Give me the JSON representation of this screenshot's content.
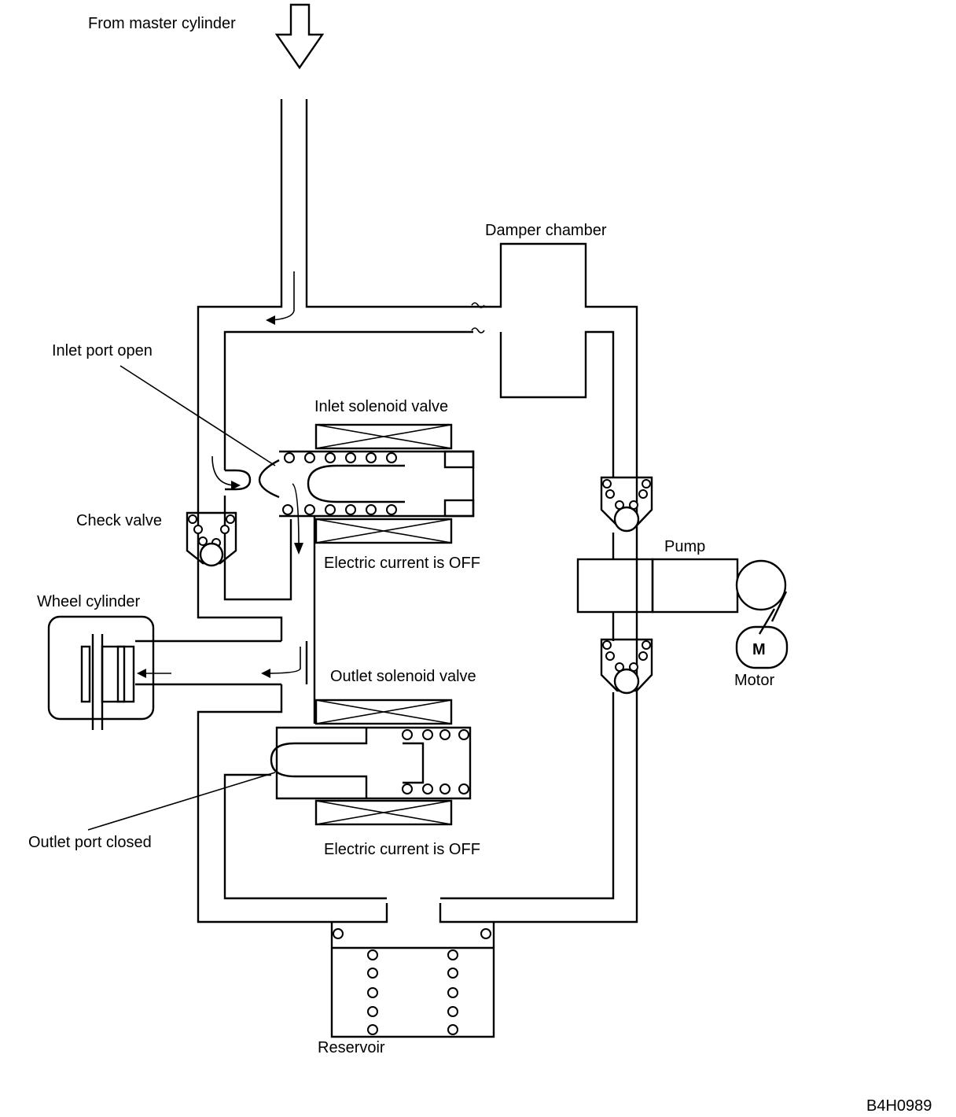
{
  "labels": {
    "from_master_cylinder": "From master cylinder",
    "damper_chamber": "Damper chamber",
    "inlet_port_open": "Inlet port open",
    "inlet_solenoid_valve": "Inlet solenoid valve",
    "check_valve": "Check valve",
    "inlet_current_status": "Electric current is OFF",
    "pump": "Pump",
    "motor_symbol": "M",
    "motor": "Motor",
    "wheel_cylinder": "Wheel cylinder",
    "outlet_solenoid_valve": "Outlet solenoid valve",
    "outlet_port_closed": "Outlet port closed",
    "outlet_current_status": "Electric current is OFF",
    "reservoir": "Reservoir",
    "figure_code": "B4H0989"
  },
  "icons": {
    "inflow_arrow": "down-arrow-icon",
    "motor": "motor-icon"
  }
}
